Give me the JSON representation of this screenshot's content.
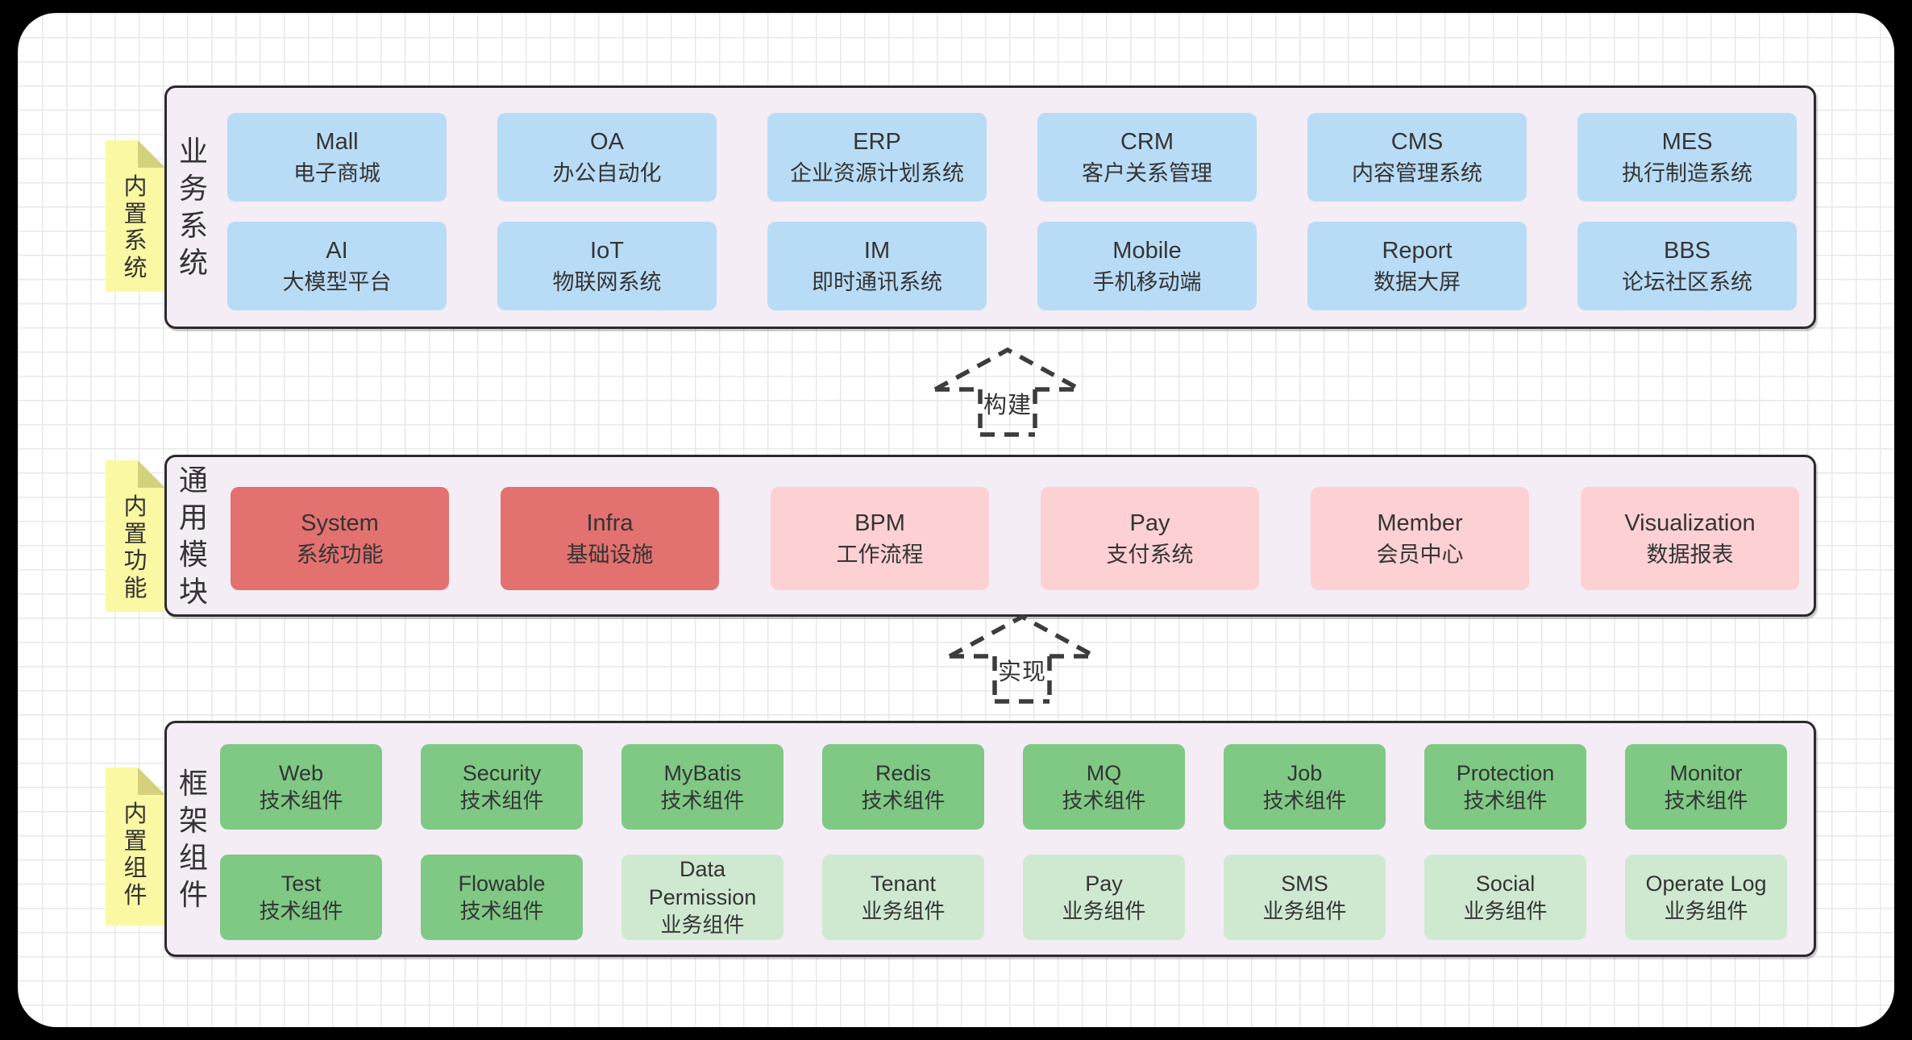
{
  "colors": {
    "frame": "#000000",
    "canvas": "#ffffff",
    "grid_line": "#e8e8e8",
    "panel_bg": "#f4edf5",
    "panel_border": "#2b2b2b",
    "note_bg": "#fbf8a3",
    "note_fold": "#d4d07b",
    "arrow_stroke": "#3c3c3c",
    "text": "#333333"
  },
  "palette": {
    "layer1": {
      "primary": "#b9dcf6",
      "soft": "#b9dcf6"
    },
    "layer2": {
      "primary": "#e2716f",
      "soft": "#fdd0d4"
    },
    "layer3": {
      "primary": "#7fc985",
      "soft": "#cfe9d1"
    }
  },
  "arrows": [
    {
      "label": "构建"
    },
    {
      "label": "实现"
    }
  ],
  "layers": [
    {
      "note": "内置系统",
      "label": "业务系统",
      "boxes": [
        {
          "title": "Mall",
          "subtitle": "电子商城",
          "tone": "primary"
        },
        {
          "title": "OA",
          "subtitle": "办公自动化",
          "tone": "primary"
        },
        {
          "title": "ERP",
          "subtitle": "企业资源计划系统",
          "tone": "primary"
        },
        {
          "title": "CRM",
          "subtitle": "客户关系管理",
          "tone": "primary"
        },
        {
          "title": "CMS",
          "subtitle": "内容管理系统",
          "tone": "primary"
        },
        {
          "title": "MES",
          "subtitle": "执行制造系统",
          "tone": "primary"
        },
        {
          "title": "AI",
          "subtitle": "大模型平台",
          "tone": "primary"
        },
        {
          "title": "IoT",
          "subtitle": "物联网系统",
          "tone": "primary"
        },
        {
          "title": "IM",
          "subtitle": "即时通讯系统",
          "tone": "primary"
        },
        {
          "title": "Mobile",
          "subtitle": "手机移动端",
          "tone": "primary"
        },
        {
          "title": "Report",
          "subtitle": "数据大屏",
          "tone": "primary"
        },
        {
          "title": "BBS",
          "subtitle": "论坛社区系统",
          "tone": "primary"
        }
      ]
    },
    {
      "note": "内置功能",
      "label": "通用模块",
      "boxes": [
        {
          "title": "System",
          "subtitle": "系统功能",
          "tone": "primary"
        },
        {
          "title": "Infra",
          "subtitle": "基础设施",
          "tone": "primary"
        },
        {
          "title": "BPM",
          "subtitle": "工作流程",
          "tone": "soft"
        },
        {
          "title": "Pay",
          "subtitle": "支付系统",
          "tone": "soft"
        },
        {
          "title": "Member",
          "subtitle": "会员中心",
          "tone": "soft"
        },
        {
          "title": "Visualization",
          "subtitle": "数据报表",
          "tone": "soft"
        }
      ]
    },
    {
      "note": "内置组件",
      "label": "框架组件",
      "boxes": [
        {
          "title": "Web",
          "subtitle": "技术组件",
          "tone": "primary"
        },
        {
          "title": "Security",
          "subtitle": "技术组件",
          "tone": "primary"
        },
        {
          "title": "MyBatis",
          "subtitle": "技术组件",
          "tone": "primary"
        },
        {
          "title": "Redis",
          "subtitle": "技术组件",
          "tone": "primary"
        },
        {
          "title": "MQ",
          "subtitle": "技术组件",
          "tone": "primary"
        },
        {
          "title": "Job",
          "subtitle": "技术组件",
          "tone": "primary"
        },
        {
          "title": "Protection",
          "subtitle": "技术组件",
          "tone": "primary"
        },
        {
          "title": "Monitor",
          "subtitle": "技术组件",
          "tone": "primary"
        },
        {
          "title": "Test",
          "subtitle": "技术组件",
          "tone": "primary"
        },
        {
          "title": "Flowable",
          "subtitle": "技术组件",
          "tone": "primary"
        },
        {
          "title": "Data Permission",
          "subtitle": "业务组件",
          "tone": "soft"
        },
        {
          "title": "Tenant",
          "subtitle": "业务组件",
          "tone": "soft"
        },
        {
          "title": "Pay",
          "subtitle": "业务组件",
          "tone": "soft"
        },
        {
          "title": "SMS",
          "subtitle": "业务组件",
          "tone": "soft"
        },
        {
          "title": "Social",
          "subtitle": "业务组件",
          "tone": "soft"
        },
        {
          "title": "Operate Log",
          "subtitle": "业务组件",
          "tone": "soft"
        }
      ]
    }
  ]
}
